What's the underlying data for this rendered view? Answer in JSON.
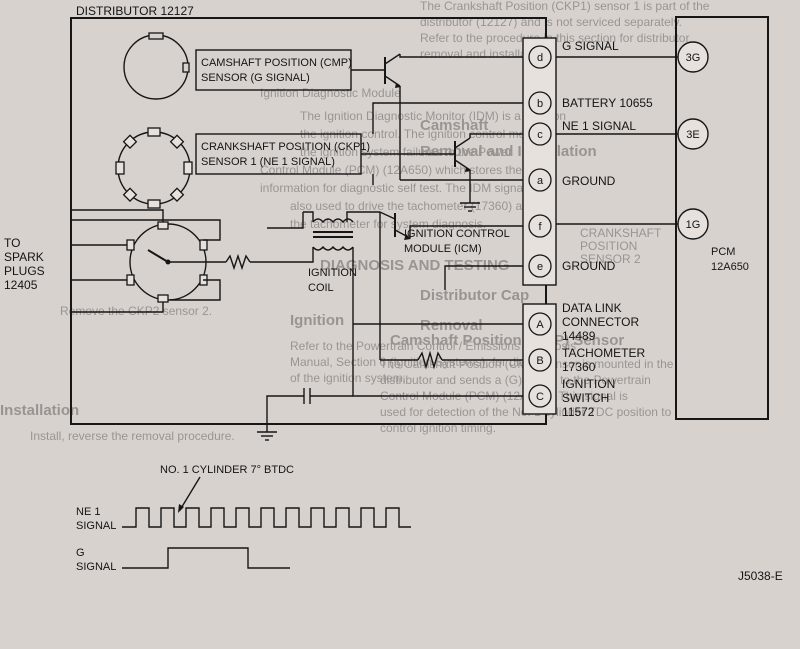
{
  "distributor": {
    "title": "DISTRIBUTOR 12127"
  },
  "cmp_sensor": {
    "line1": "CAMSHAFT POSITION (CMP)",
    "line2": "SENSOR (G SIGNAL)"
  },
  "ckp_sensor": {
    "line1": "CRANKSHAFT POSITION (CKP1)",
    "line2": "SENSOR 1 (NE 1 SIGNAL)"
  },
  "icm": {
    "line1": "IGNITION CONTROL",
    "line2": "MODULE (ICM)"
  },
  "coil": {
    "line1": "IGNITION",
    "line2": "COIL"
  },
  "spark_plugs": {
    "line1": "TO",
    "line2": "SPARK",
    "line3": "PLUGS",
    "line4": "12405"
  },
  "connector1": [
    {
      "pin": "d",
      "label": "G SIGNAL"
    },
    {
      "pin": "b",
      "label": "BATTERY 10655"
    },
    {
      "pin": "c",
      "label": "NE 1 SIGNAL"
    },
    {
      "pin": "a",
      "label": "GROUND"
    },
    {
      "pin": "f",
      "label": ""
    },
    {
      "pin": "e",
      "label": "GROUND"
    }
  ],
  "connector2": [
    {
      "pin": "A",
      "label1": "DATA LINK",
      "label2": "CONNECTOR",
      "label3": "14489"
    },
    {
      "pin": "B",
      "label1": "TACHOMETER",
      "label2": "17360",
      "label3": ""
    },
    {
      "pin": "C",
      "label1": "IGNITION",
      "label2": "SWITCH",
      "label3": "11572"
    }
  ],
  "pcm": {
    "line1": "PCM",
    "line2": "12A650",
    "pins": [
      "3G",
      "3E",
      "1G"
    ]
  },
  "timing": {
    "annotation": "NO. 1 CYLINDER 7° BTDC",
    "ne1_line1": "NE 1",
    "ne1_line2": "SIGNAL",
    "g_line1": "G",
    "g_line2": "SIGNAL"
  },
  "figure_id": "J5038-E",
  "bleed_text": {
    "l1": "Ignition Diagnostic Module",
    "l2": "The Ignition Diagnostic Monitor (IDM) is a function",
    "l3": "the ignition control. The ignition control mo",
    "l4": "the ignition system failures to the Power",
    "l5": "Control Module (PCM) (12A650) which stores the",
    "l6": "information for diagnostic self test. The IDM signal",
    "l7": "also used to drive the tachometer (17360) and to",
    "l8": "the tachometer for system diagnosis.",
    "l9": "DIAGNOSIS AND TESTING",
    "l10": "Ignition",
    "l11": "Refer to the Powertrain Control / Emissions Diagnosis",
    "l12": "Manual, Section 6 (Ignition Systems), for diagno",
    "l13": "of the ignition system.",
    "r1": "The Crankshaft Position (CKP1) sensor 1 is part of the",
    "r2": "distributor (12127) and is not serviced separately.",
    "r3": "Refer to the procedure in this section for distributor",
    "r4": "removal and installation.",
    "r5": "Camshaft",
    "r6": "Removal and Installation",
    "r7": "Distributor Cap",
    "r8": "Removal",
    "r9": "Camshaft Position (CMP) Sensor",
    "r10": "The Camshaft Position (CMP) sensor is mounted in the",
    "r11": "distributor and sends a (G) signal to the Powertrain",
    "r12": "Control Module (PCM) (12A650). This signal is",
    "r13": "used for detection of the No. 1 cylinder TDC position to",
    "r14": "control ignition timing.",
    "r15": "Remove the CKP2 sensor 2.",
    "r16": "Installation",
    "r17": "Install, reverse the removal procedure.",
    "r18": "CRANKSHAFT",
    "r19": "POSITION",
    "r20": "SENSOR 2"
  }
}
